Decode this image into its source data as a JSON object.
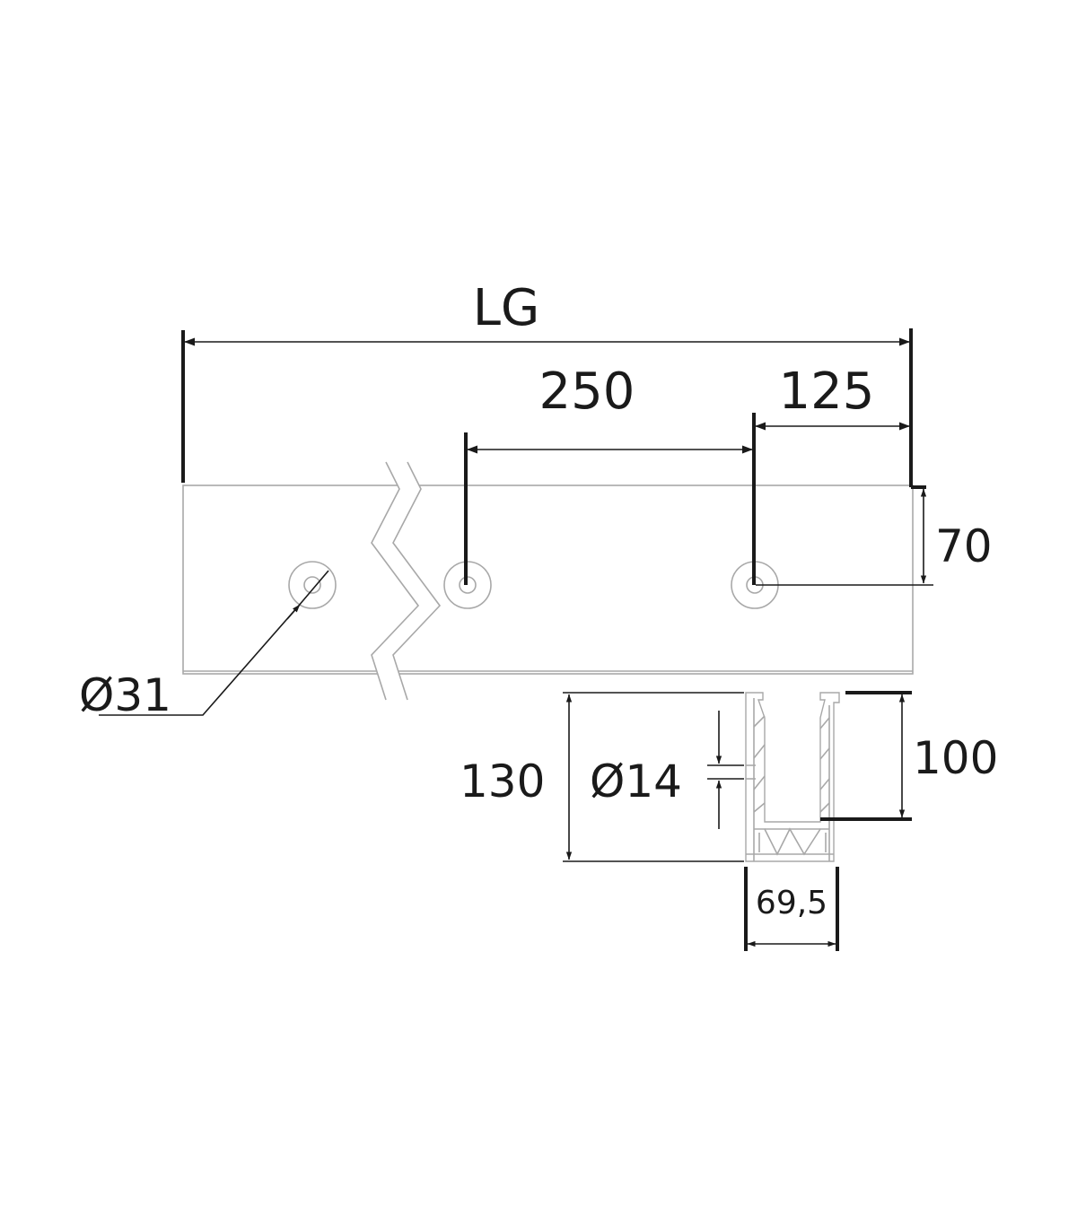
{
  "dimensions": {
    "overall_length": "LG",
    "hole_spacing": "250",
    "end_offset": "125",
    "hole_height": "70",
    "countersink_diameter": "Ø31",
    "profile_height": "130",
    "hole_diameter": "Ø14",
    "channel_depth": "100",
    "profile_width": "69,5"
  },
  "colors": {
    "dimension_lines": "#1a1a1a",
    "part_outline": "#a8a8a8",
    "background": "#ffffff"
  }
}
